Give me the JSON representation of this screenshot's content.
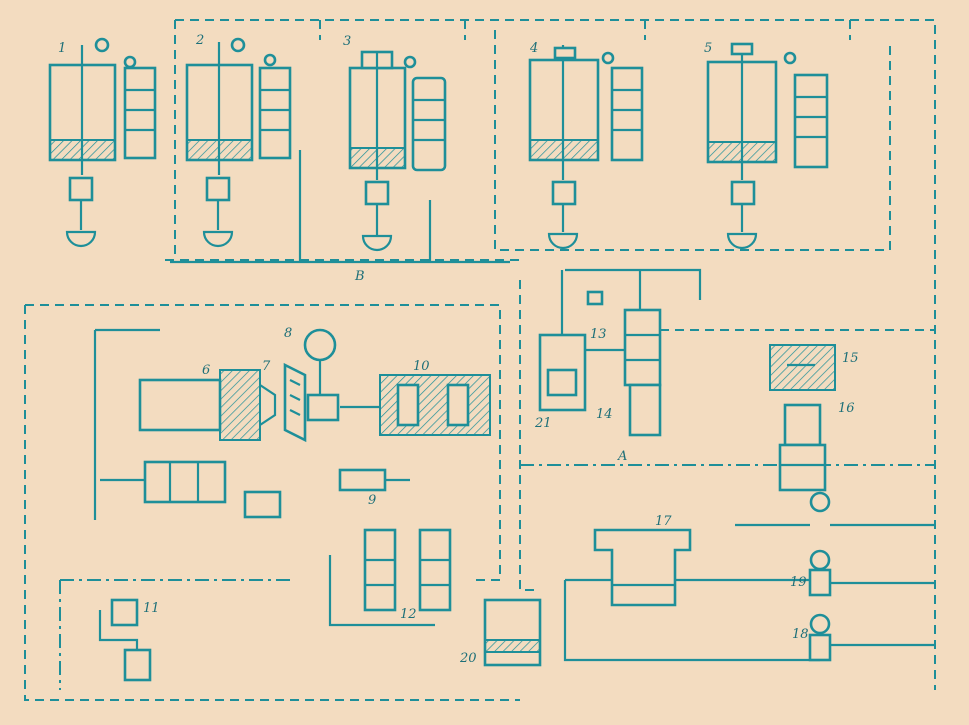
{
  "labels": {
    "l1": "1",
    "l2": "2",
    "l3": "3",
    "l4": "4",
    "l5": "5",
    "l6": "6",
    "l7": "7",
    "l8": "8",
    "l9": "9",
    "l10": "10",
    "l11": "11",
    "l12": "12",
    "l13": "13",
    "l14": "14",
    "l15": "15",
    "l16": "16",
    "l17": "17",
    "l18": "18",
    "l19": "19",
    "l20": "20",
    "l21": "21",
    "lA": "A",
    "lB": "B"
  },
  "colors": {
    "line": "#1e8f99",
    "paper": "#f3dcc0"
  }
}
